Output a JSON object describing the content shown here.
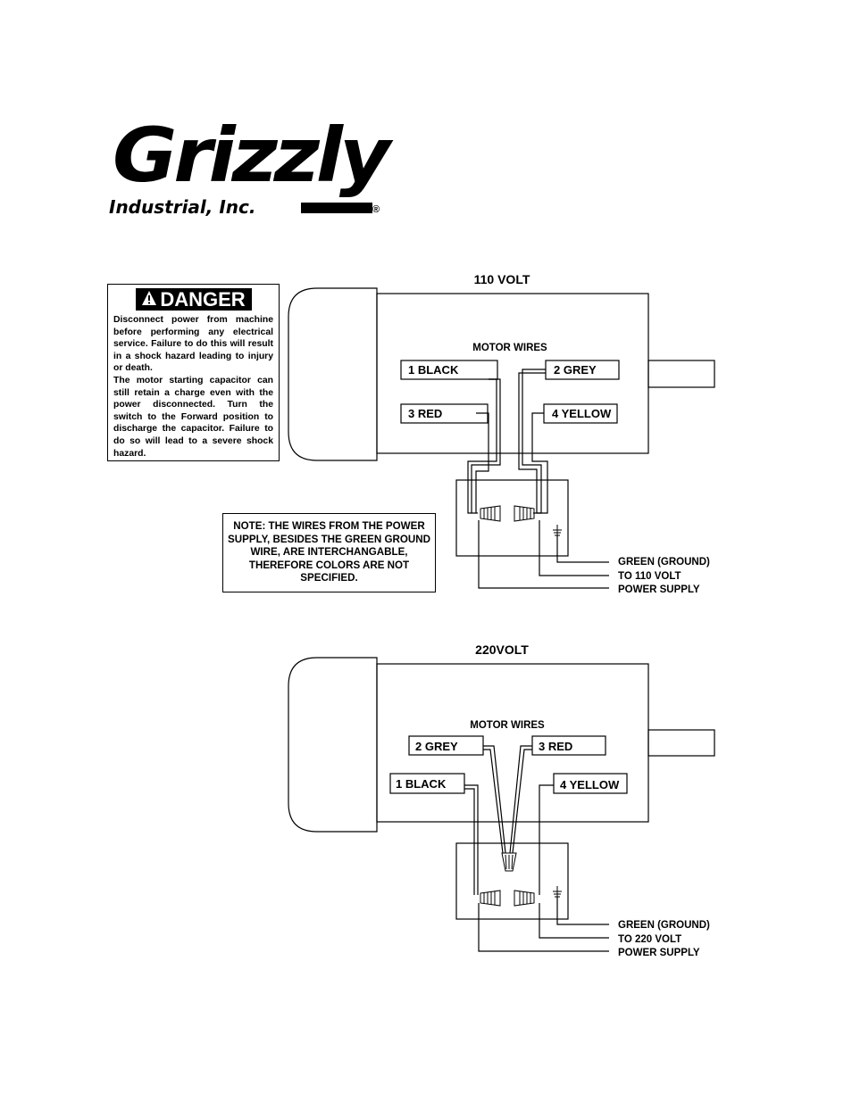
{
  "logo": {
    "brand": "Grizzly",
    "subtitle": "Industrial, Inc.",
    "registered": "®"
  },
  "danger": {
    "header": "DANGER",
    "icon": "warning-triangle-icon",
    "paragraph_1": "Disconnect power from machine before performing any electrical service. Failure to do this will result in a shock hazard leading to injury or death.",
    "paragraph_2": "The motor starting capacitor can still retain a charge even with the power disconnected. Turn the switch to the Forward position to discharge the capacitor. Failure to do so will lead to a severe shock hazard."
  },
  "note": {
    "text": "NOTE: THE  WIRES FROM THE POWER SUPPLY, BESIDES THE GREEN GROUND WIRE, ARE INTERCHANGABLE, THEREFORE COLORS ARE NOT SPECIFIED."
  },
  "diagram_110": {
    "title": "110 VOLT",
    "motor_wires_label": "MOTOR WIRES",
    "wire_1": "1 BLACK",
    "wire_2": "2 GREY",
    "wire_3": "3 RED",
    "wire_4": "4 YELLOW",
    "ground_label": "GREEN (GROUND)",
    "supply_label_1": "TO 110 VOLT",
    "supply_label_2": "POWER SUPPLY"
  },
  "diagram_220": {
    "title": "220VOLT",
    "motor_wires_label": "MOTOR WIRES",
    "wire_1": "1 BLACK",
    "wire_2": "2 GREY",
    "wire_3": "3 RED",
    "wire_4": "4 YELLOW",
    "ground_label": "GREEN (GROUND)",
    "supply_label_1": "TO 220 VOLT",
    "supply_label_2": "POWER SUPPLY"
  }
}
